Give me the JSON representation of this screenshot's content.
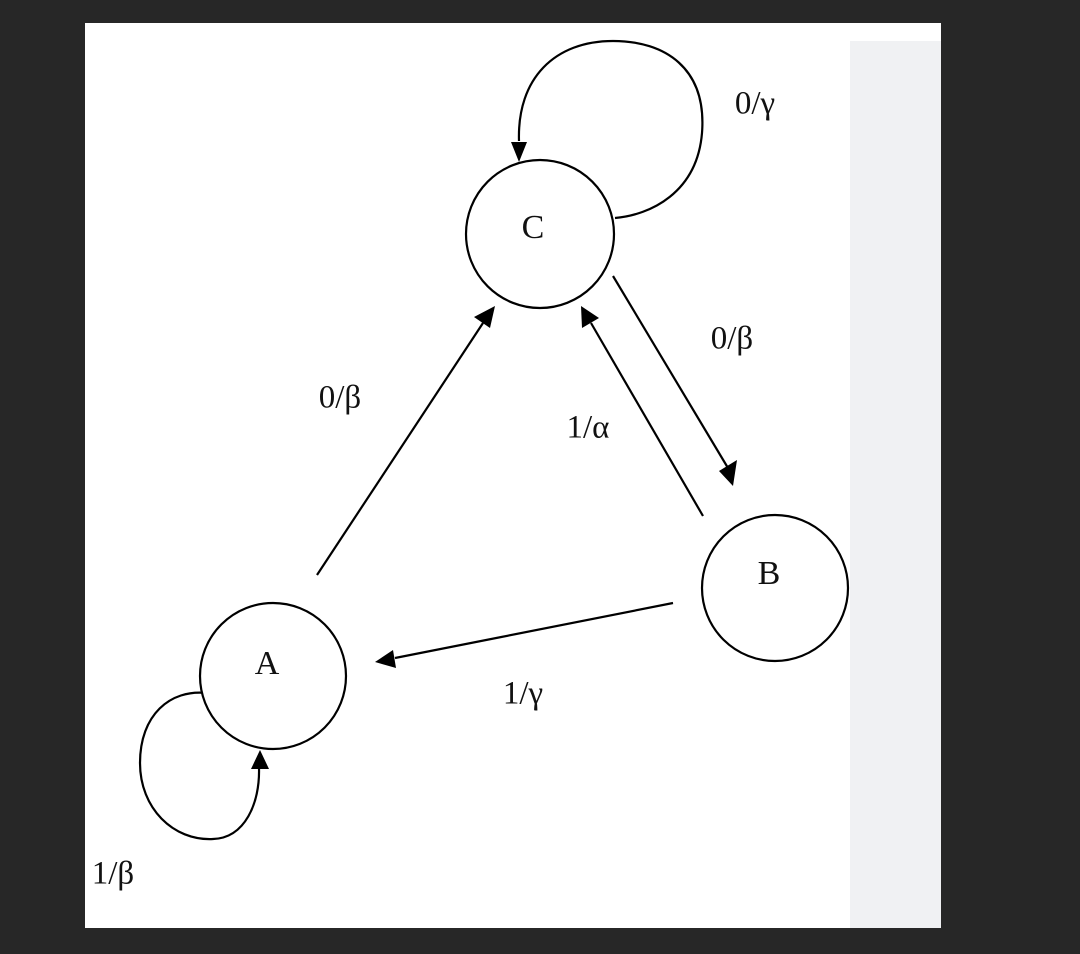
{
  "diagram": {
    "type": "state-transition-diagram",
    "states": [
      {
        "id": "A",
        "label": "A"
      },
      {
        "id": "B",
        "label": "B"
      },
      {
        "id": "C",
        "label": "C"
      }
    ],
    "transitions": [
      {
        "from": "C",
        "to": "C",
        "label": "0/γ"
      },
      {
        "from": "C",
        "to": "B",
        "label": "0/β"
      },
      {
        "from": "A",
        "to": "C",
        "label": "0/β"
      },
      {
        "from": "B",
        "to": "C",
        "label": "1/α"
      },
      {
        "from": "B",
        "to": "A",
        "label": "1/γ"
      },
      {
        "from": "A",
        "to": "A",
        "label": "1/β"
      }
    ]
  }
}
